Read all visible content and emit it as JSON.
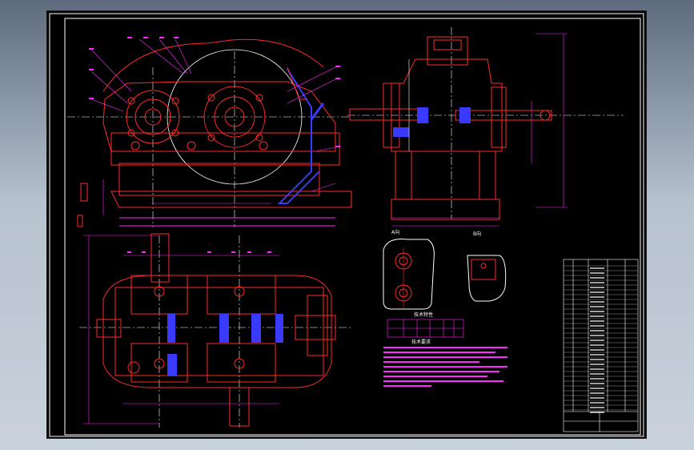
{
  "colors": {
    "background": "#000000",
    "frame": "#ffffff",
    "outline": "#ff2a2a",
    "dimension": "#ff2aff",
    "centerline": "#ffffff",
    "hatch": "#3a3aff",
    "text": "#ffffff"
  },
  "sections": {
    "tech_table_title": "技术特性",
    "tech_req_title": "技术要求",
    "section_a": "A向",
    "section_b": "B向"
  }
}
